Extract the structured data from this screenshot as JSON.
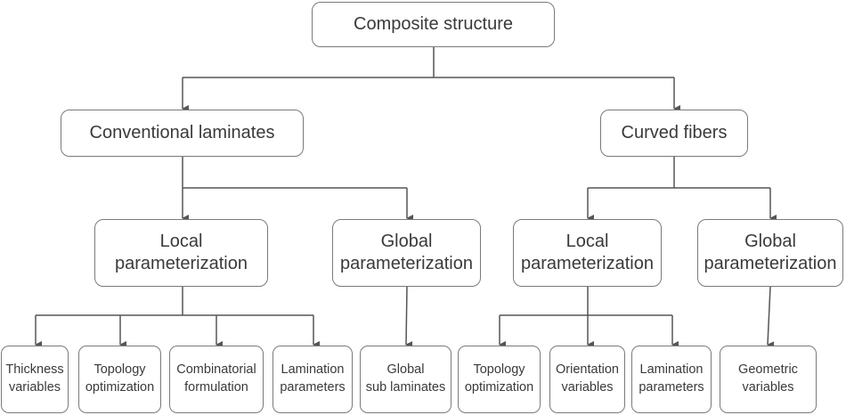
{
  "diagram": {
    "root": {
      "label": "Composite structure"
    },
    "conventional": {
      "label": "Conventional laminates",
      "local": {
        "label": "Local\nparameterization",
        "leaves": [
          {
            "label": "Thickness\nvariables"
          },
          {
            "label": "Topology\noptimization"
          },
          {
            "label": "Combinatorial\nformulation"
          },
          {
            "label": "Lamination\nparameters"
          }
        ]
      },
      "global": {
        "label": "Global\nparameterization",
        "leaves": [
          {
            "label": "Global\nsub laminates"
          }
        ]
      }
    },
    "curved": {
      "label": "Curved fibers",
      "local": {
        "label": "Local\nparameterization",
        "leaves": [
          {
            "label": "Topology\noptimization"
          },
          {
            "label": "Orientation\nvariables"
          },
          {
            "label": "Lamination\nparameters"
          }
        ]
      },
      "global": {
        "label": "Global\nparameterization",
        "leaves": [
          {
            "label": "Geometric\nvariables"
          }
        ]
      }
    }
  },
  "style": {
    "box_border": "#7a7a7a",
    "line_color": "#555555",
    "text_color": "#3a3a3a"
  }
}
